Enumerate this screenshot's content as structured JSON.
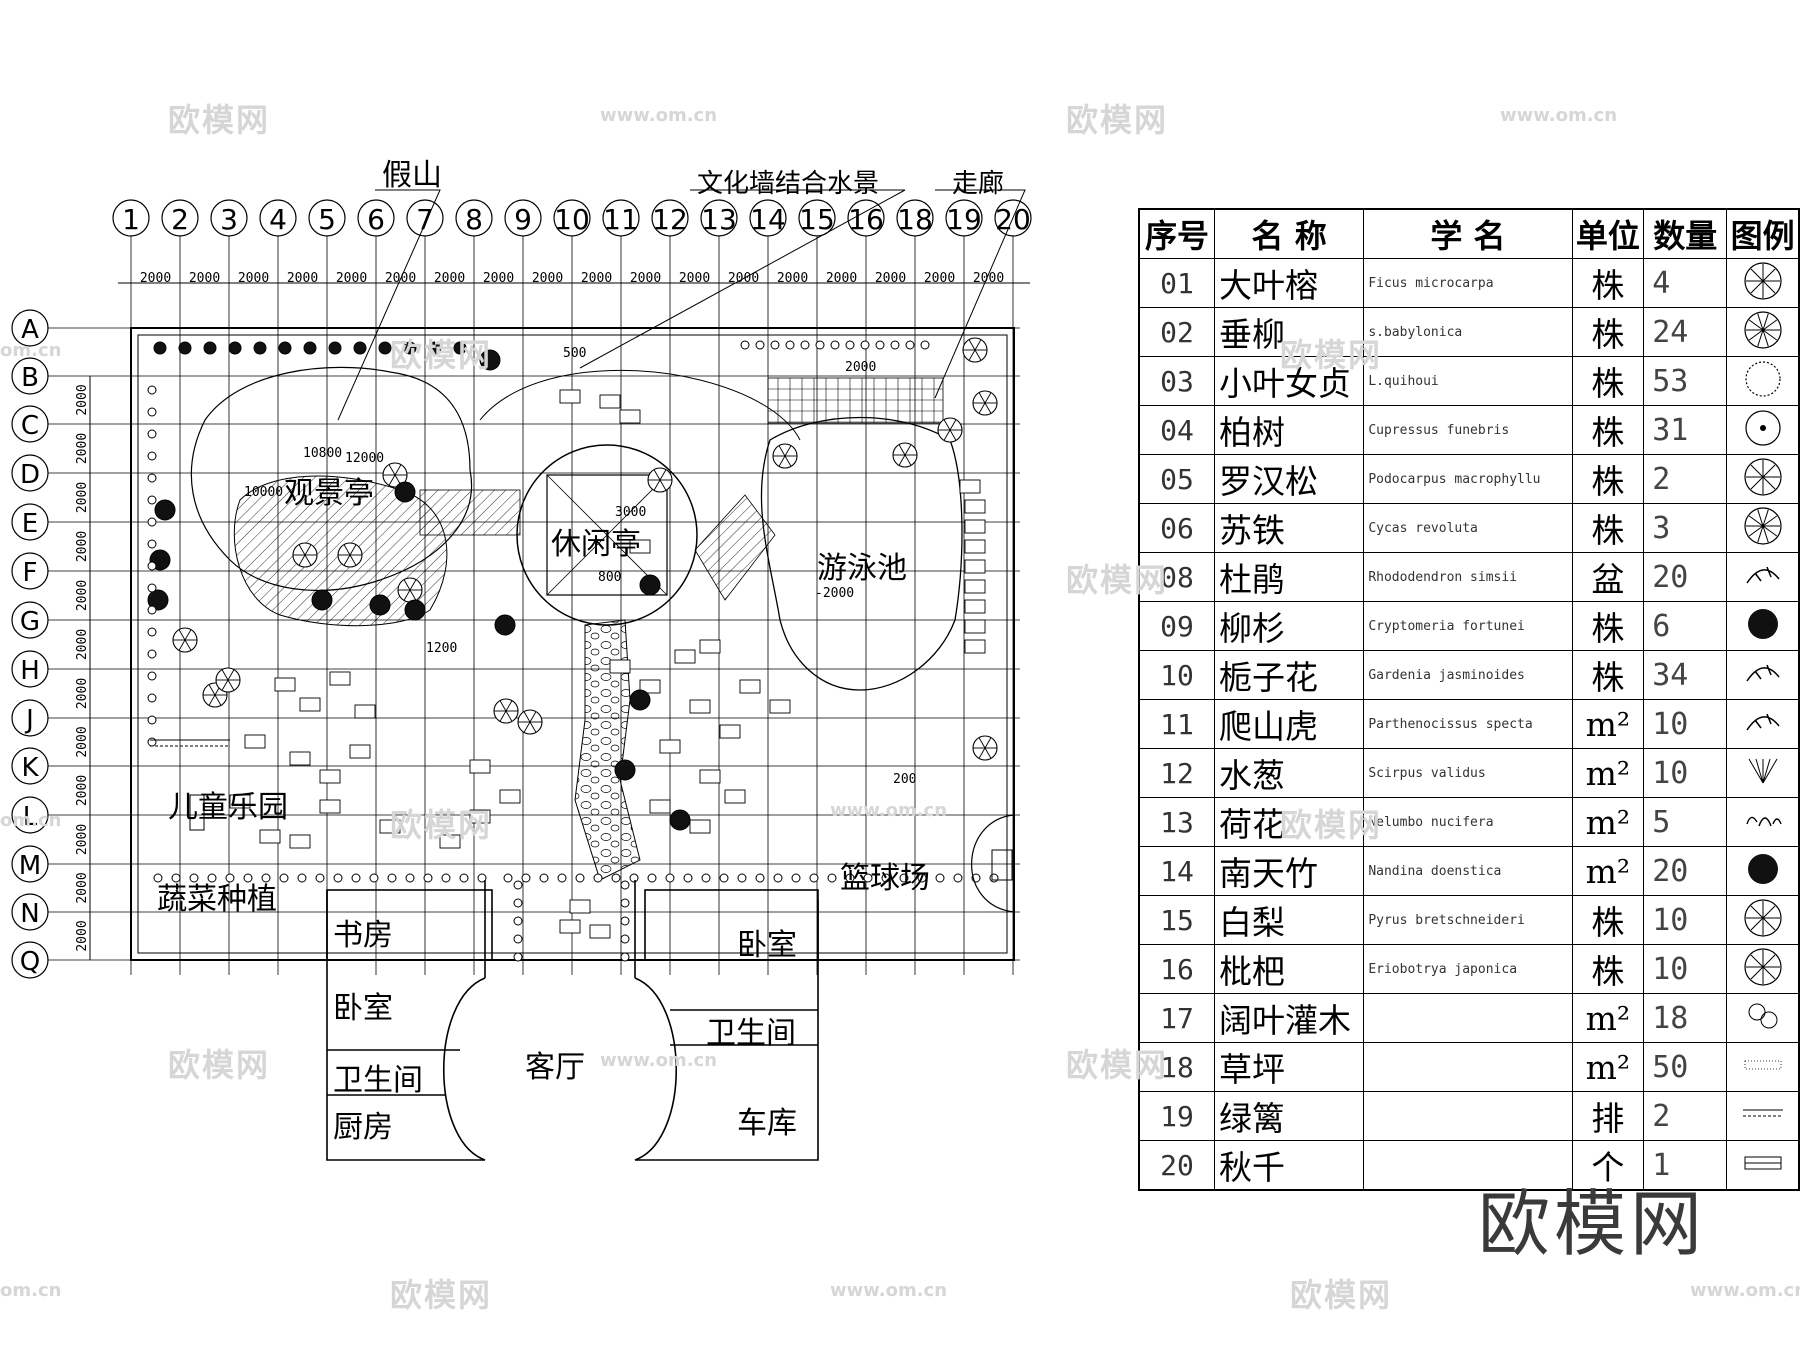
{
  "plan": {
    "callouts": {
      "rockery": "假山",
      "culture_wall": "文化墙结合水景",
      "corridor": "走廊"
    },
    "col_axes": [
      "1",
      "2",
      "3",
      "4",
      "5",
      "6",
      "7",
      "8",
      "9",
      "10",
      "11",
      "12",
      "13",
      "14",
      "15",
      "16",
      "18",
      "19",
      "20"
    ],
    "row_axes": [
      "A",
      "B",
      "C",
      "D",
      "E",
      "F",
      "G",
      "H",
      "J",
      "K",
      "L",
      "M",
      "N",
      "Q"
    ],
    "grid_dim": "2000",
    "zones": {
      "viewing_pavilion": "观景亭",
      "leisure_pavilion": "休闲亭",
      "pool": "游泳池",
      "playground": "儿童乐园",
      "vegetable": "蔬菜种植",
      "basketball": "篮球场"
    },
    "rooms": {
      "study": "书房",
      "bedroom_left": "卧室",
      "bath_left": "卫生间",
      "kitchen": "厨房",
      "living": "客厅",
      "bedroom_right": "卧室",
      "bath_right": "卫生间",
      "garage": "车库"
    },
    "elevations": [
      "10800",
      "12000",
      "10000",
      "3000",
      "800",
      "500",
      "2000",
      "-2000",
      "1200",
      "200"
    ]
  },
  "legend": {
    "headers": {
      "no": "序号",
      "name": "名  称",
      "sci": "学  名",
      "unit": "单位",
      "qty": "数量",
      "sym": "图例"
    },
    "rows": [
      {
        "no": "01",
        "name": "大叶榕",
        "sci": "Ficus microcarpa",
        "unit": "株",
        "qty": "4",
        "sym": "tree-spoked-icon"
      },
      {
        "no": "02",
        "name": "垂柳",
        "sci": "s.babylonica",
        "unit": "株",
        "qty": "24",
        "sym": "tree-willow-icon"
      },
      {
        "no": "03",
        "name": "小叶女贞",
        "sci": "L.quihoui",
        "unit": "株",
        "qty": "53",
        "sym": "shrub-dotted-icon"
      },
      {
        "no": "04",
        "name": "柏树",
        "sci": "Cupressus funebris",
        "unit": "株",
        "qty": "31",
        "sym": "tree-cypress-icon"
      },
      {
        "no": "05",
        "name": "罗汉松",
        "sci": "Podocarpus macrophyllu",
        "unit": "株",
        "qty": "2",
        "sym": "tree-pine-icon"
      },
      {
        "no": "06",
        "name": "苏铁",
        "sci": "Cycas revoluta",
        "unit": "株",
        "qty": "3",
        "sym": "cycad-icon"
      },
      {
        "no": "08",
        "name": "杜鹃",
        "sci": "Rhododendron simsii",
        "unit": "盆",
        "qty": "20",
        "sym": "azalea-icon"
      },
      {
        "no": "09",
        "name": "柳杉",
        "sci": "Cryptomeria fortunei",
        "unit": "株",
        "qty": "6",
        "sym": "cedar-icon"
      },
      {
        "no": "10",
        "name": "栀子花",
        "sci": "Gardenia jasminoides",
        "unit": "株",
        "qty": "34",
        "sym": "gardenia-icon"
      },
      {
        "no": "11",
        "name": "爬山虎",
        "sci": "Parthenocissus specta",
        "unit": "m²",
        "qty": "10",
        "sym": "creeper-icon"
      },
      {
        "no": "12",
        "name": "水葱",
        "sci": "Scirpus validus",
        "unit": "m²",
        "qty": "10",
        "sym": "rush-icon"
      },
      {
        "no": "13",
        "name": "荷花",
        "sci": "Nelumbo nucifera",
        "unit": "m²",
        "qty": "5",
        "sym": "lotus-icon"
      },
      {
        "no": "14",
        "name": "南天竹",
        "sci": "Nandina doenstica",
        "unit": "m²",
        "qty": "20",
        "sym": "nandina-icon"
      },
      {
        "no": "15",
        "name": "白梨",
        "sci": "Pyrus bretschneideri",
        "unit": "株",
        "qty": "10",
        "sym": "pear-icon"
      },
      {
        "no": "16",
        "name": "枇杷",
        "sci": "Eriobotrya japonica",
        "unit": "株",
        "qty": "10",
        "sym": "loquat-icon"
      },
      {
        "no": "17",
        "name": "阔叶灌木",
        "sci": "",
        "unit": "m²",
        "qty": "18",
        "sym": "broadleaf-shrub-icon"
      },
      {
        "no": "18",
        "name": "草坪",
        "sci": "",
        "unit": "m²",
        "qty": "50",
        "sym": "lawn-icon"
      },
      {
        "no": "19",
        "name": "绿篱",
        "sci": "",
        "unit": "排",
        "qty": "2",
        "sym": "hedge-icon"
      },
      {
        "no": "20",
        "name": "秋千",
        "sci": "",
        "unit": "个",
        "qty": "1",
        "sym": "swing-icon"
      }
    ]
  },
  "watermark": {
    "cn": "欧模网",
    "url": "www.om.cn",
    "url_short": "om.cn"
  },
  "logo": "欧模网"
}
